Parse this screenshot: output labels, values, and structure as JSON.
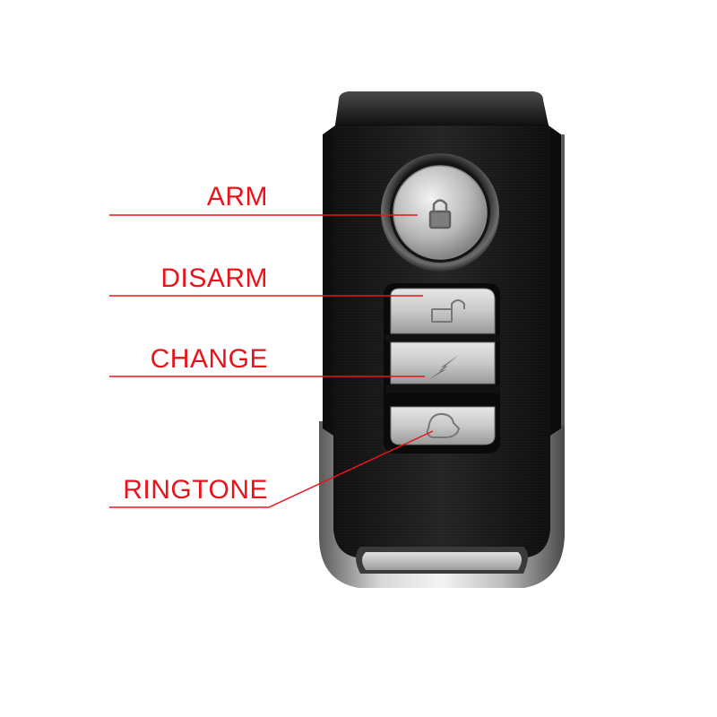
{
  "image": {
    "subject": "keyfob-remote-control",
    "background_color": "#ffffff",
    "accent_color": "#e8141b"
  },
  "callouts": {
    "arm": {
      "label": "ARM",
      "icon": "lock-icon"
    },
    "disarm": {
      "label": "DISARM",
      "icon": "unlock-icon"
    },
    "change": {
      "label": "CHANGE",
      "icon": "lightning-icon"
    },
    "ringtone": {
      "label": "RINGTONE",
      "icon": "bell-icon"
    }
  }
}
